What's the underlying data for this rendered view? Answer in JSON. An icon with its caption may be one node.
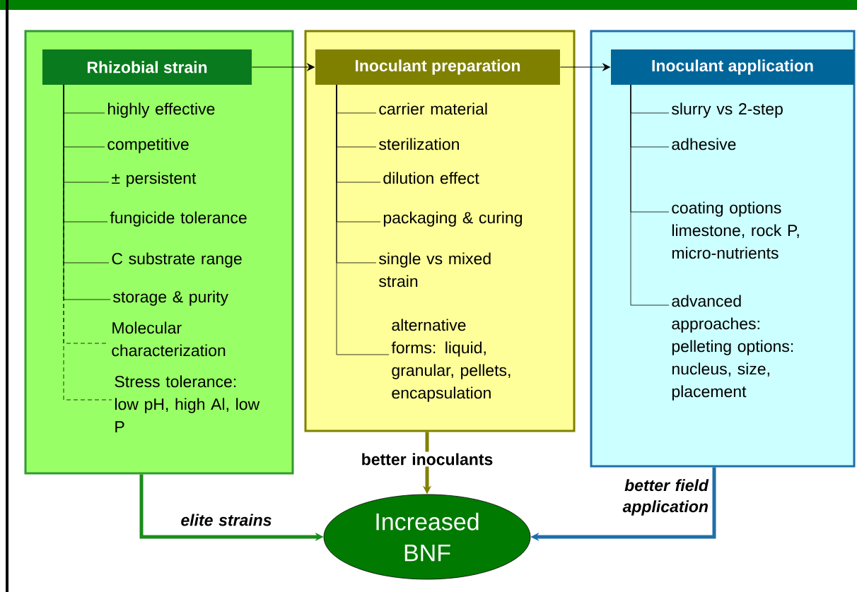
{
  "diagram": {
    "nodes": [
      {
        "text": [],
        "shape": "box"
      },
      {
        "text": [
          "Rhizobial strain"
        ],
        "in": 0
      },
      {
        "text": [
          "highly effective"
        ],
        "in": 0
      },
      {
        "text": [
          "competitive"
        ],
        "in": 0
      },
      {
        "text": [
          "± persistent"
        ],
        "in": 0
      },
      {
        "text": [
          "fungicide tolerance"
        ],
        "in": 0
      },
      {
        "text": [
          "C substrate range"
        ],
        "in": 0
      },
      {
        "text": [
          "storage & purity"
        ],
        "in": 0
      },
      {
        "text": [
          "Molecular characterization"
        ],
        "in": 0
      },
      {
        "text": [
          "Stress tolerance: low pH, high Al, low P"
        ],
        "in": 0
      },
      {
        "text": [],
        "shape": "box"
      },
      {
        "text": [
          "Inoculant preparation"
        ],
        "in": 10
      },
      {
        "text": [
          "carrier material"
        ],
        "in": 10
      },
      {
        "text": [
          "sterilization"
        ],
        "in": 10
      },
      {
        "text": [
          "dilution effect"
        ],
        "in": 10
      },
      {
        "text": [
          "packaging & curing"
        ],
        "in": 10
      },
      {
        "text": [
          "single vs mixed strain"
        ],
        "in": 10
      },
      {
        "text": [
          "alternative forms: liquid, granular, pellets, encapsulation"
        ],
        "in": 10
      },
      {
        "text": [],
        "shape": "box"
      },
      {
        "text": [
          "Inoculant application"
        ],
        "in": 18
      },
      {
        "text": [
          "slurry vs 2-step"
        ],
        "in": 18
      },
      {
        "text": [
          "adhesive"
        ],
        "in": 18
      },
      {
        "text": [
          "coating options limestone, rock P, micro-nutrients"
        ],
        "in": 18
      },
      {
        "text": [
          "advanced approaches: pelleting options: nucleus, size, placement"
        ],
        "in": 18
      },
      {
        "text": [
          "Increased BNF"
        ]
      }
    ],
    "edges": [
      {
        "from": 1,
        "to": 2,
        "arrow": "none"
      },
      {
        "from": 1,
        "to": 3,
        "arrow": "none"
      },
      {
        "from": 1,
        "to": 4,
        "arrow": "none"
      },
      {
        "from": 1,
        "to": 5,
        "arrow": "none"
      },
      {
        "from": 1,
        "to": 6,
        "arrow": "none"
      },
      {
        "from": 1,
        "to": 7,
        "arrow": "none"
      },
      {
        "from": 1,
        "to": 8,
        "arrow": "none",
        "style": "dashed"
      },
      {
        "from": 1,
        "to": 9,
        "arrow": "none",
        "style": "dashed"
      },
      {
        "from": 11,
        "to": 12,
        "arrow": "none"
      },
      {
        "from": 11,
        "to": 13,
        "arrow": "none"
      },
      {
        "from": 11,
        "to": 14,
        "arrow": "none"
      },
      {
        "from": 11,
        "to": 15,
        "arrow": "none"
      },
      {
        "from": 11,
        "to": 16,
        "arrow": "none"
      },
      {
        "from": 11,
        "to": 17,
        "arrow": "none"
      },
      {
        "from": 19,
        "to": 20,
        "arrow": "none"
      },
      {
        "from": 19,
        "to": 21,
        "arrow": "none"
      },
      {
        "from": 19,
        "to": 22,
        "arrow": "none"
      },
      {
        "from": 19,
        "to": 23,
        "arrow": "none"
      },
      {
        "from": 1,
        "to": 11,
        "arrow": "to"
      },
      {
        "from": 11,
        "to": 19,
        "arrow": "to"
      },
      {
        "from": 0,
        "to": 24,
        "arrow": "to",
        "label": "elite strains",
        "style": "thick",
        "color": "#1a8c1a"
      },
      {
        "from": 10,
        "to": 24,
        "arrow": "to",
        "label": "better inoculants",
        "style": "thick",
        "color": "#808000"
      },
      {
        "from": 18,
        "to": 24,
        "arrow": "to",
        "label": "better field application",
        "style": "thick",
        "color": "#1f6fa8"
      }
    ]
  }
}
